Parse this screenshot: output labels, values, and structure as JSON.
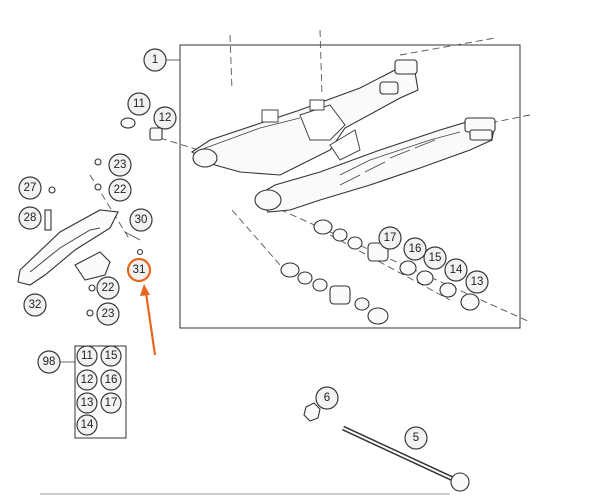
{
  "callouts": {
    "c1": "1",
    "c5": "5",
    "c6": "6",
    "c11": "11",
    "c12": "12",
    "c13": "13",
    "c14": "14",
    "c15": "15",
    "c16": "16",
    "c17": "17",
    "c22a": "22",
    "c23a": "23",
    "c27": "27",
    "c28": "28",
    "c30": "30",
    "c31": "31",
    "c22b": "22",
    "c23b": "23",
    "c32": "32",
    "c98": "98"
  },
  "kit": {
    "label": "98",
    "items": [
      "11",
      "15",
      "12",
      "16",
      "13",
      "17",
      "14"
    ]
  },
  "highlight": {
    "part": "31",
    "color": "#e8661c"
  }
}
